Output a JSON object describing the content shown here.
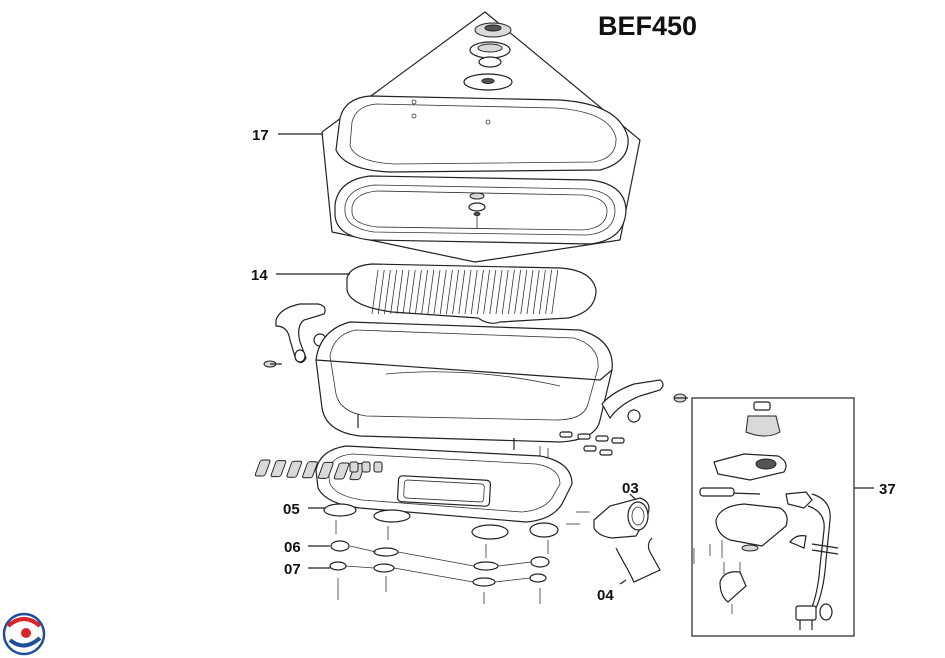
{
  "title": "BEF450",
  "parts": {
    "p17": "17",
    "p14": "14",
    "p05": "05",
    "p06": "06",
    "p07": "07",
    "p03": "03",
    "p04": "04",
    "p37": "37"
  },
  "colors": {
    "line": "#222222",
    "logo_red": "#d6262b",
    "logo_blue": "#1d4f9c"
  }
}
